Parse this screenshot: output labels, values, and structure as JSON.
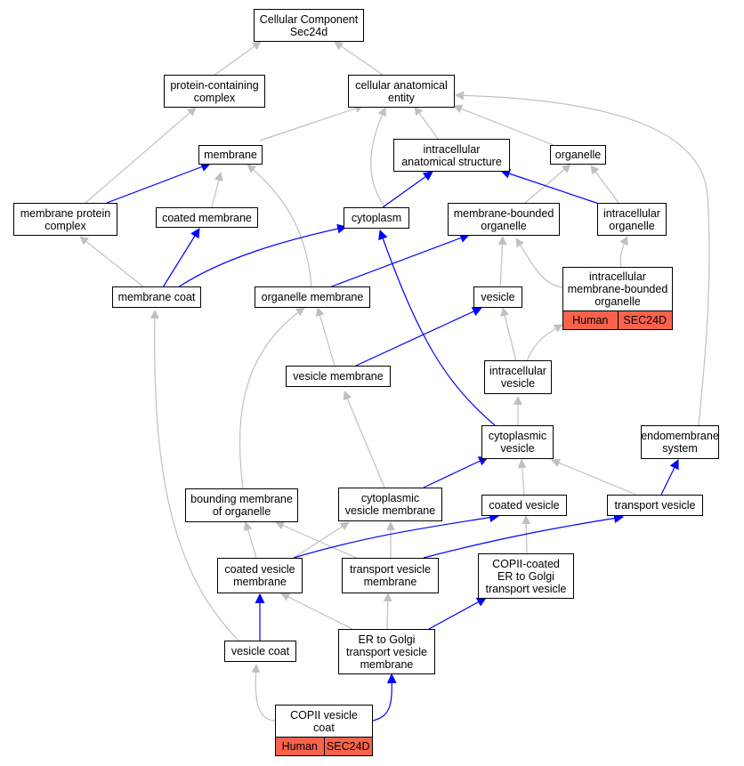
{
  "graph_title": "Cellular Component Sec24d",
  "colors": {
    "is_a_edge": "#c0c0c0",
    "part_of_edge": "#0000ff",
    "annotation_fill": "#f9624c",
    "border": "#000000"
  },
  "nodes": {
    "root": {
      "label": "Cellular Component\nSec24d"
    },
    "protein_complex": {
      "label": "protein-containing\ncomplex"
    },
    "cell_anat_entity": {
      "label": "cellular anatomical\nentity"
    },
    "membrane": {
      "label": "membrane"
    },
    "intracell_anat": {
      "label": "intracellular\nanatomical structure"
    },
    "organelle": {
      "label": "organelle"
    },
    "membrane_protein_complex": {
      "label": "membrane protein\ncomplex"
    },
    "coated_membrane": {
      "label": "coated membrane"
    },
    "cytoplasm": {
      "label": "cytoplasm"
    },
    "membrane_bounded_organelle": {
      "label": "membrane-bounded\norganelle"
    },
    "intracellular_organelle": {
      "label": "intracellular\norganelle"
    },
    "intracell_mb_organelle": {
      "label": "intracellular\nmembrane-bounded\norganelle",
      "tags": [
        "Human",
        "SEC24D"
      ]
    },
    "membrane_coat": {
      "label": "membrane coat"
    },
    "organelle_membrane": {
      "label": "organelle membrane"
    },
    "vesicle": {
      "label": "vesicle"
    },
    "vesicle_membrane": {
      "label": "vesicle membrane"
    },
    "intracellular_vesicle": {
      "label": "intracellular\nvesicle"
    },
    "cytoplasmic_vesicle": {
      "label": "cytoplasmic\nvesicle"
    },
    "endomembrane_system": {
      "label": "endomembrane\nsystem"
    },
    "bounding_membrane": {
      "label": "bounding membrane\nof organelle"
    },
    "cytoplasmic_vesicle_membrane": {
      "label": "cytoplasmic\nvesicle membrane"
    },
    "coated_vesicle": {
      "label": "coated vesicle"
    },
    "transport_vesicle": {
      "label": "transport vesicle"
    },
    "coated_vesicle_membrane": {
      "label": "coated vesicle\nmembrane"
    },
    "transport_vesicle_membrane": {
      "label": "transport vesicle\nmembrane"
    },
    "copii_vesicle": {
      "label": "COPII-coated\nER to Golgi\ntransport vesicle"
    },
    "vesicle_coat": {
      "label": "vesicle coat"
    },
    "er_golgi_membrane": {
      "label": "ER to Golgi\ntransport vesicle\nmembrane"
    },
    "copii_vesicle_coat": {
      "label": "COPII vesicle\ncoat",
      "tags": [
        "Human",
        "SEC24D"
      ]
    }
  }
}
